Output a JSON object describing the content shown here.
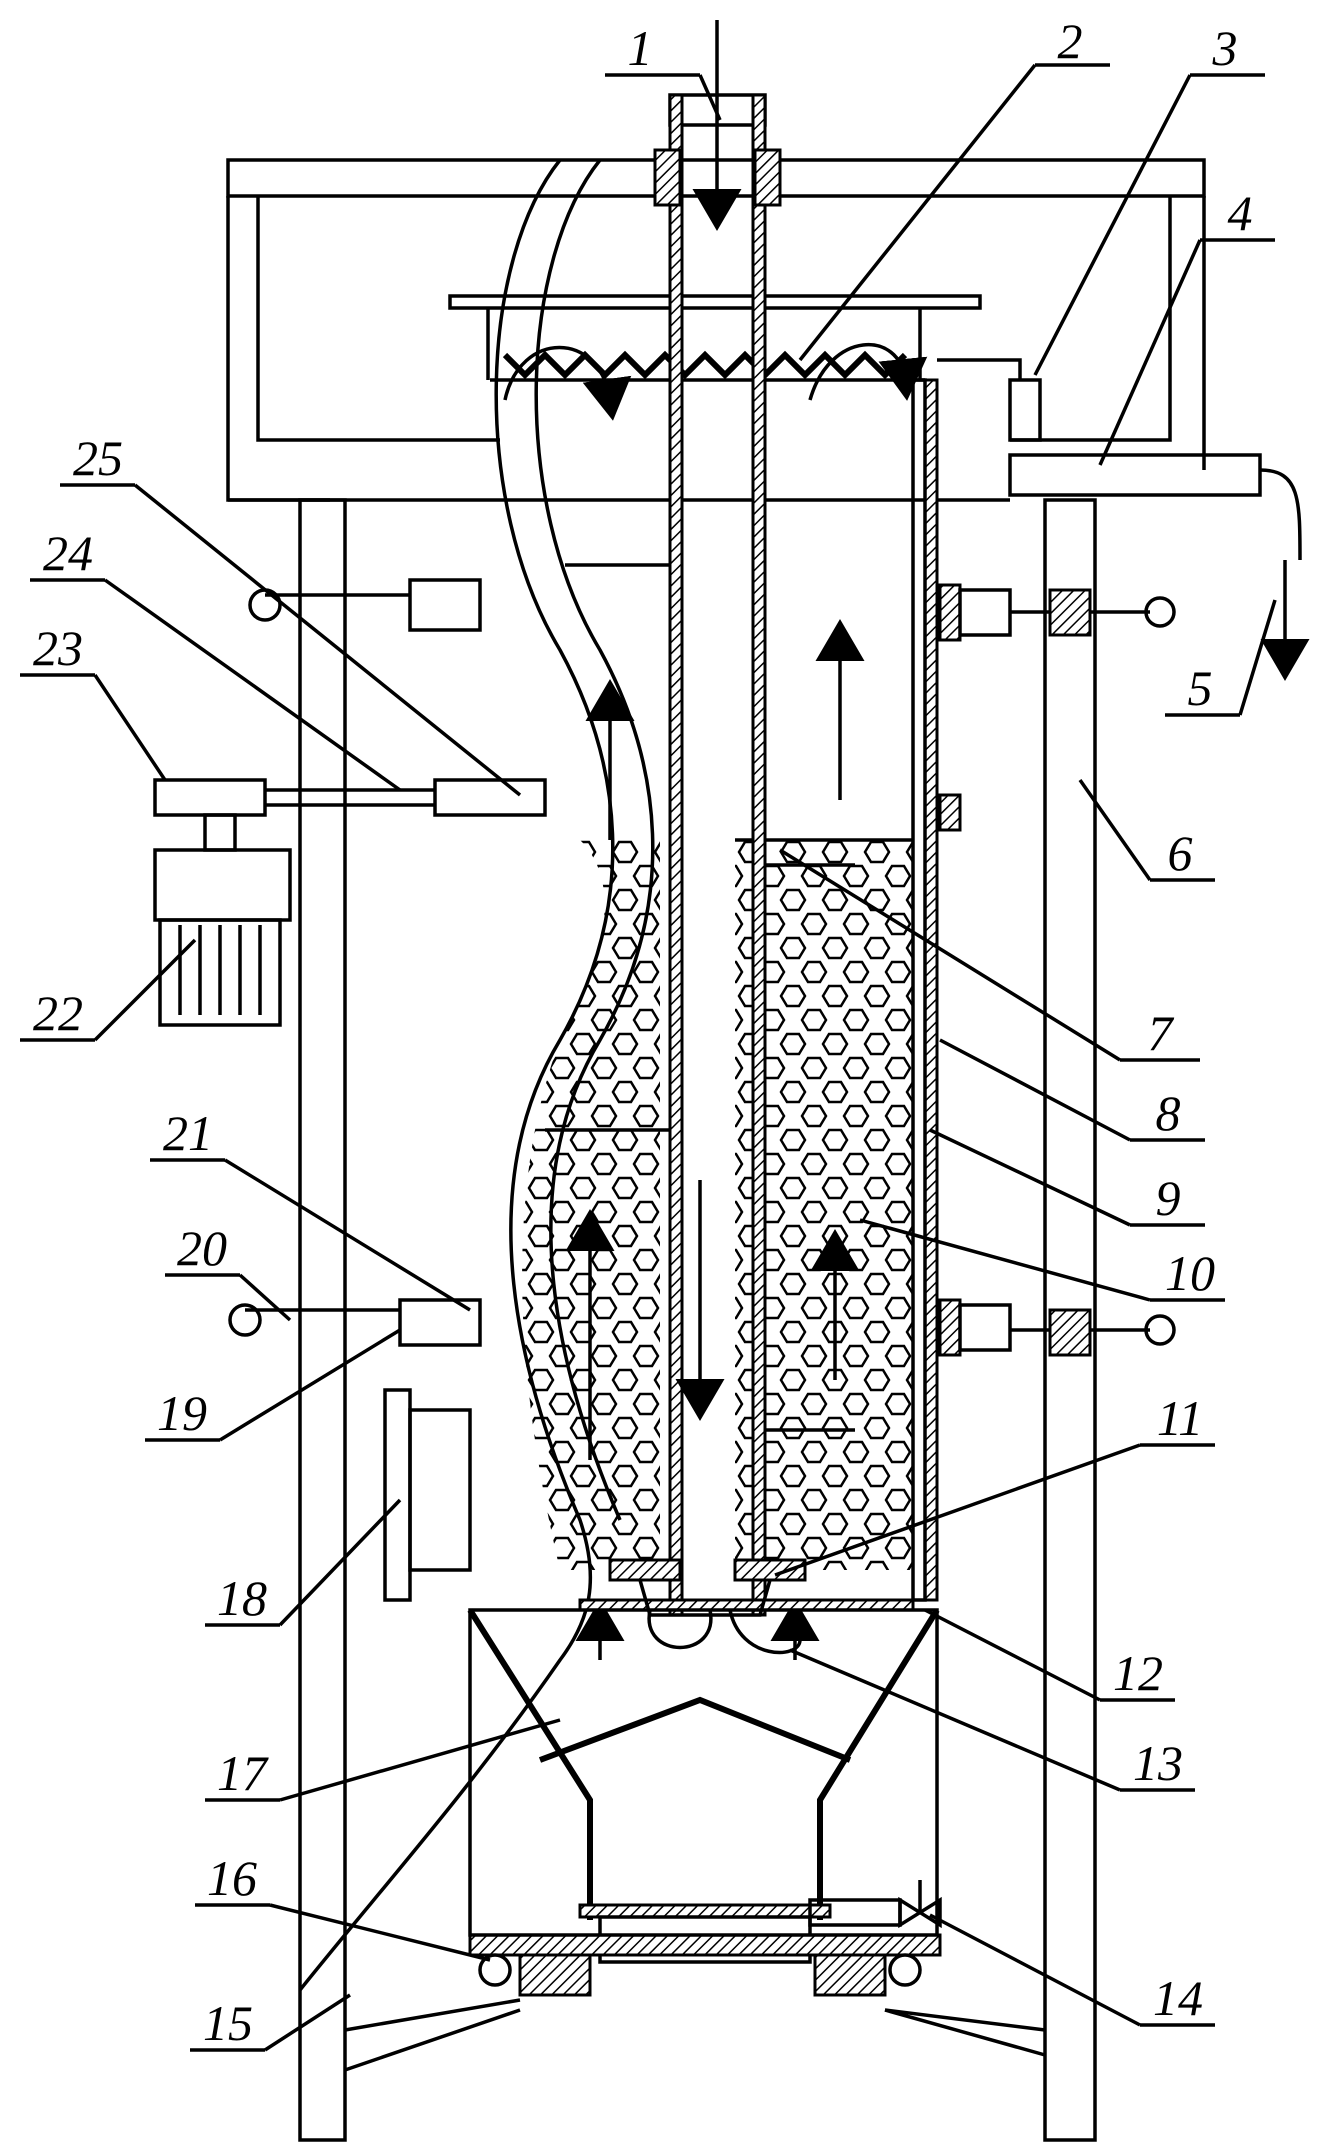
{
  "diagram": {
    "callouts": [
      {
        "id": "c1",
        "label": "1"
      },
      {
        "id": "c2",
        "label": "2"
      },
      {
        "id": "c3",
        "label": "3"
      },
      {
        "id": "c4",
        "label": "4"
      },
      {
        "id": "c5",
        "label": "5"
      },
      {
        "id": "c6",
        "label": "6"
      },
      {
        "id": "c7",
        "label": "7"
      },
      {
        "id": "c8",
        "label": "8"
      },
      {
        "id": "c9",
        "label": "9"
      },
      {
        "id": "c10",
        "label": "10"
      },
      {
        "id": "c11",
        "label": "11"
      },
      {
        "id": "c12",
        "label": "12"
      },
      {
        "id": "c13",
        "label": "13"
      },
      {
        "id": "c14",
        "label": "14"
      },
      {
        "id": "c15",
        "label": "15"
      },
      {
        "id": "c16",
        "label": "16"
      },
      {
        "id": "c17",
        "label": "17"
      },
      {
        "id": "c18",
        "label": "18"
      },
      {
        "id": "c19",
        "label": "19"
      },
      {
        "id": "c20",
        "label": "20"
      },
      {
        "id": "c21",
        "label": "21"
      },
      {
        "id": "c22",
        "label": "22"
      },
      {
        "id": "c23",
        "label": "23"
      },
      {
        "id": "c24",
        "label": "24"
      },
      {
        "id": "c25",
        "label": "25"
      }
    ],
    "colors": {
      "line": "#000000",
      "background": "#ffffff"
    }
  }
}
